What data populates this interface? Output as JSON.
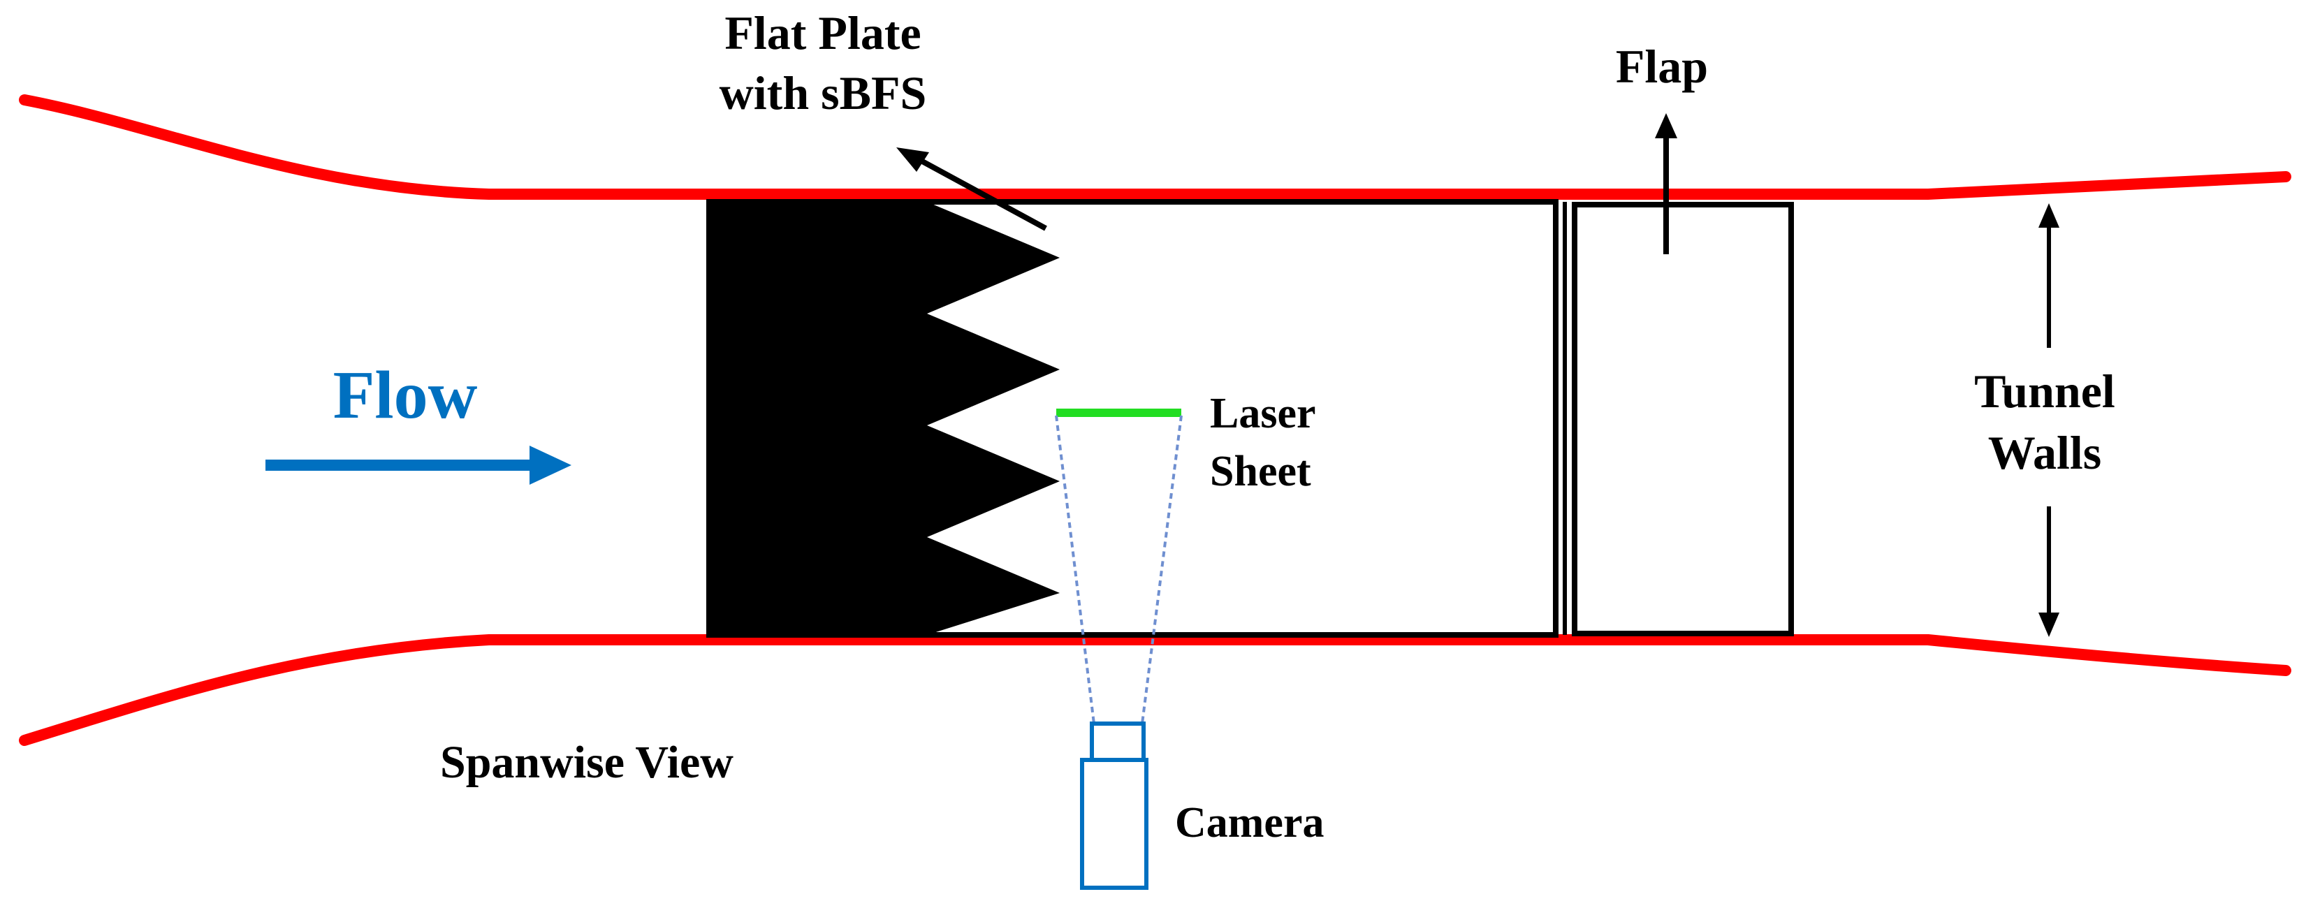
{
  "labels": {
    "flat_plate_line1": "Flat Plate",
    "flat_plate_line2": "with sBFS",
    "flap": "Flap",
    "flow": "Flow",
    "laser_line1": "Laser",
    "laser_line2": "Sheet",
    "tunnel_line1": "Tunnel",
    "tunnel_line2": "Walls",
    "view": "Spanwise View",
    "camera": "Camera"
  },
  "colors": {
    "tunnel_wall": "#ff0000",
    "flow": "#0070c0",
    "laser": "#22dd22",
    "camera": "#0070c0",
    "fov": "#6f8fd0",
    "plate": "#000000",
    "outline": "#000000"
  }
}
